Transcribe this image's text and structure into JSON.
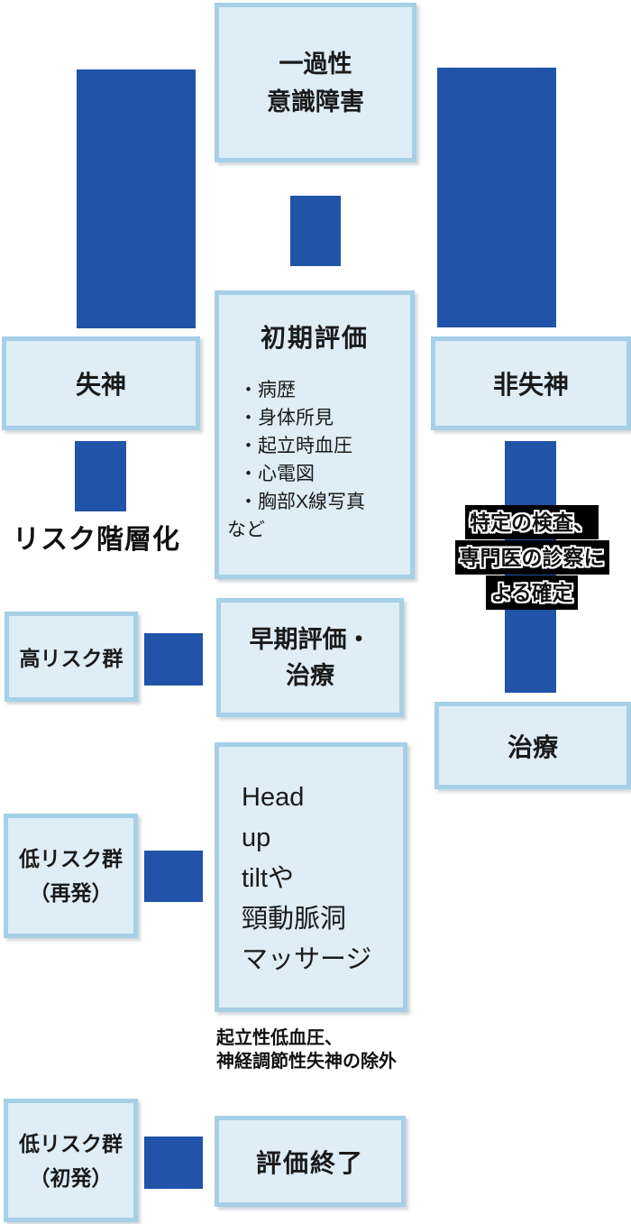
{
  "colors": {
    "accent_blue": "#2153a8",
    "box_fill": "#deedf6",
    "box_border": "#a5d0e6",
    "text": "#1a1a1a",
    "highlight_bg": "#000000",
    "highlight_outline": "#ffffff"
  },
  "flowchart": {
    "top_box": {
      "lines": [
        "一過性",
        "意識障害"
      ]
    },
    "syncope_box": {
      "label": "失神"
    },
    "non_syncope_box": {
      "label": "非失神"
    },
    "initial_box": {
      "title": "初期評価",
      "items": [
        "・病歴",
        "・身体所見",
        "・起立時血圧",
        "・心電図",
        "・胸部X線写真"
      ],
      "suffix": "など"
    },
    "risk_strat_label": "リスク階層化",
    "high_risk_box": {
      "label": "高リスク群"
    },
    "early_eval_box": {
      "lines": [
        "早期評価・",
        "治療"
      ]
    },
    "confirm_label": {
      "lines": [
        "特定の検査、",
        "専門医の診察に",
        "よる確定"
      ]
    },
    "treatment_box": {
      "label": "治療"
    },
    "head_up_box": {
      "lines": [
        "Head",
        "up",
        "tiltや",
        "頸動脈洞",
        "マッサージ"
      ]
    },
    "low_risk_recur_box": {
      "lines": [
        "低リスク群",
        "（再発）"
      ]
    },
    "exclusion_label": {
      "lines": [
        "起立性低血圧、",
        "神経調節性失神の除外"
      ]
    },
    "low_risk_first_box": {
      "lines": [
        "低リスク群",
        "（初発）"
      ]
    },
    "eval_end_box": {
      "label": "評価終了"
    }
  }
}
